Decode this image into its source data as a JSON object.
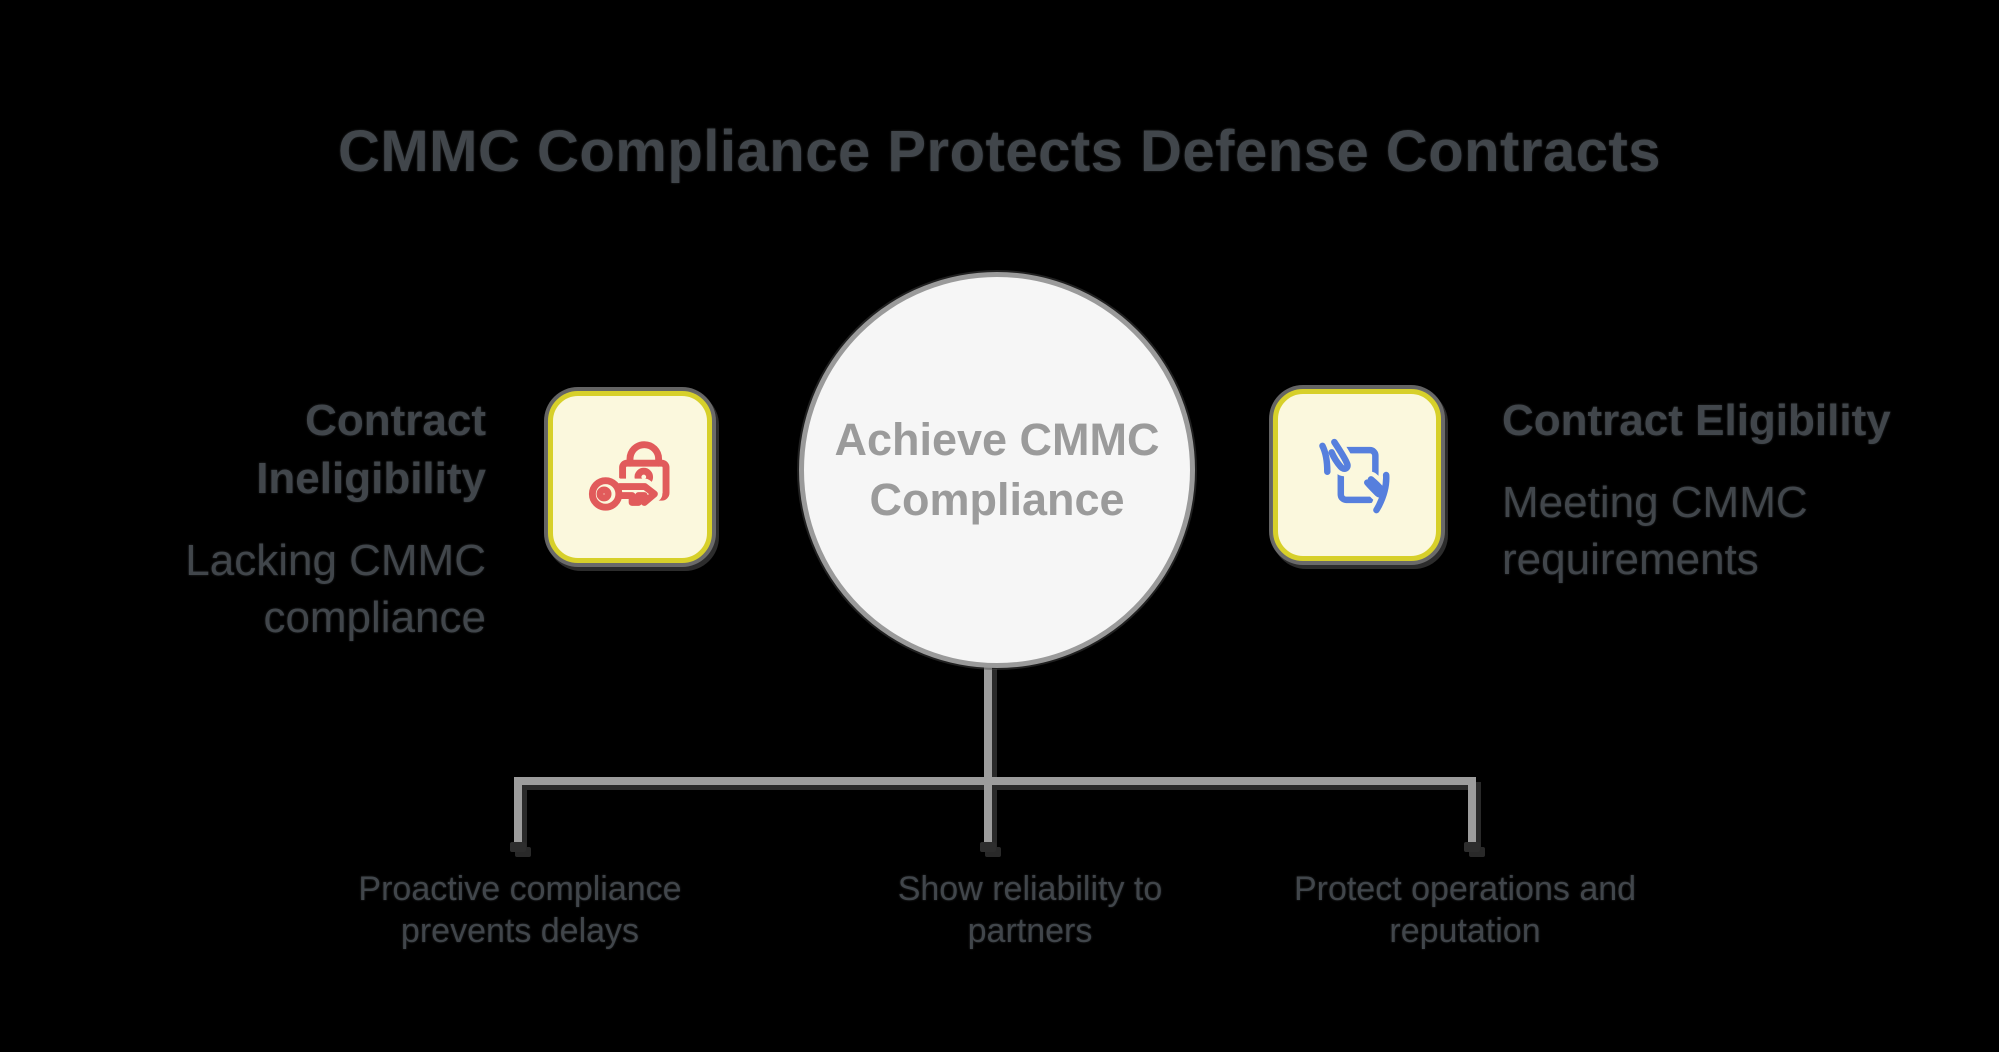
{
  "title": "CMMC Compliance Protects Defense Contracts",
  "center_node": {
    "label": "Achieve CMMC Compliance"
  },
  "left_item": {
    "heading": "Contract Ineligibility",
    "description": "Lacking CMMC compliance",
    "icon": "lock-and-key-icon"
  },
  "right_item": {
    "heading": "Contract Eligibility",
    "description": "Meeting CMMC requirements",
    "icon": "hands-holding-document-icon"
  },
  "outcomes": [
    "Proactive compliance prevents delays",
    "Show reliability to partners",
    "Protect operations and reputation"
  ],
  "colors": {
    "background": "#000000",
    "text_ink": "#41464b",
    "circle_fill": "#f6f6f6",
    "circle_border": "#9a9a9a",
    "circle_text": "#9b9b9b",
    "card_fill": "#fbf8dd",
    "card_border": "#d7d02a",
    "lock_key_red": "#e15b5b",
    "hands_doc_blue": "#567fdd",
    "connector_gray": "#9c9c9c"
  }
}
